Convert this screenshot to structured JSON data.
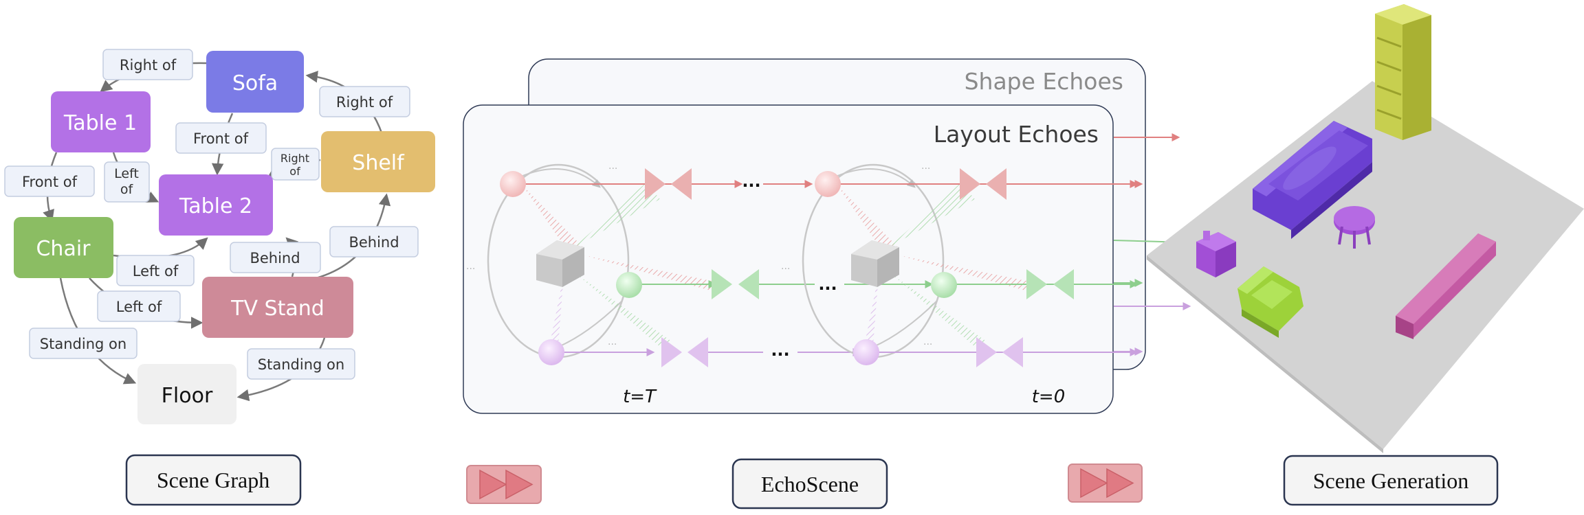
{
  "scene_graph": {
    "nodes": [
      {
        "id": "sofa",
        "label": "Sofa",
        "color": "#7b7be6"
      },
      {
        "id": "table1",
        "label": "Table 1",
        "color": "#b371e6"
      },
      {
        "id": "shelf",
        "label": "Shelf",
        "color": "#e3be6f"
      },
      {
        "id": "table2",
        "label": "Table 2",
        "color": "#b371e6"
      },
      {
        "id": "chair",
        "label": "Chair",
        "color": "#8bbd63"
      },
      {
        "id": "tvstand",
        "label": "TV Stand",
        "color": "#ce8a98"
      },
      {
        "id": "floor",
        "label": "Floor",
        "color": "#f0f0f0"
      }
    ],
    "edges": [
      {
        "label": "Right of"
      },
      {
        "label": "Right of"
      },
      {
        "label": "Front of"
      },
      {
        "label": "Right of"
      },
      {
        "label": "Front of"
      },
      {
        "label": "Left of"
      },
      {
        "label": "Left of"
      },
      {
        "label": "Behind"
      },
      {
        "label": "Behind"
      },
      {
        "label": "Left of"
      },
      {
        "label": "Standing on"
      },
      {
        "label": "Standing on"
      }
    ],
    "caption": "Scene Graph"
  },
  "echo_scene": {
    "shape_title": "Shape Echoes",
    "layout_title": "Layout Echoes",
    "t_start": "t=T",
    "t_end": "t=0",
    "ellipsis": "...",
    "caption": "EchoScene",
    "colors": {
      "red": "#e39a9a",
      "green": "#9ed49e",
      "purple": "#d7aee8"
    }
  },
  "generation": {
    "caption": "Scene Generation",
    "colors": {
      "bookshelf": "#c7cf4f",
      "sofa": "#6a3fd1",
      "side_table": "#a24fd6",
      "armchair": "#9dd23a",
      "tv_stand": "#c45aa3",
      "floor": "#d3d3d3"
    }
  }
}
